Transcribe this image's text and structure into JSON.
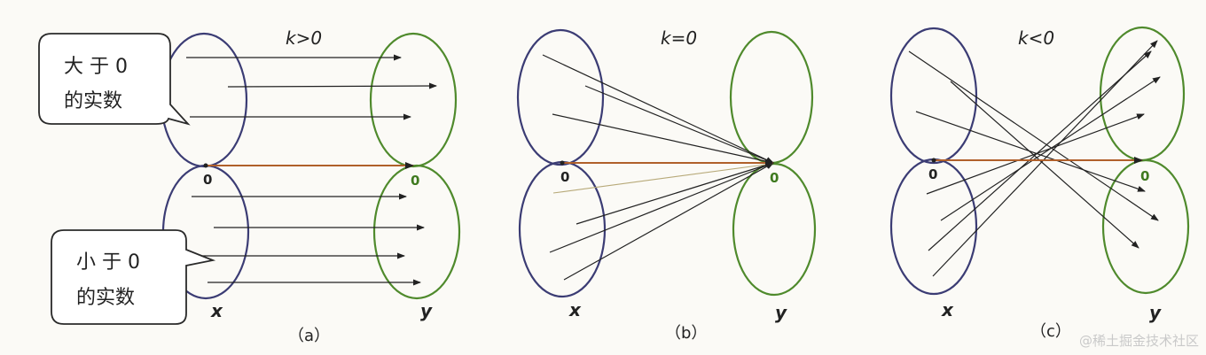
{
  "colors": {
    "x_ellipse": "#3b3c74",
    "y_ellipse": "#4f8a2c",
    "arrow": "#222222",
    "zero_arrow": "#b0602a",
    "faint_arrow": "#b7a978",
    "zero_y_label": "#3f7a1f",
    "callout_border": "#2a2a2a",
    "watermark": "#c9c9c9"
  },
  "panels": [
    {
      "id": "a",
      "k_label": "k>0",
      "caption": "（a）",
      "x_label": "x",
      "y_label": "y",
      "zero_x": "0",
      "zero_y": "0"
    },
    {
      "id": "b",
      "k_label": "k=0",
      "caption": "（b）",
      "x_label": "x",
      "y_label": "y",
      "zero_x": "0",
      "zero_y": "0"
    },
    {
      "id": "c",
      "k_label": "k<0",
      "caption": "（c）",
      "x_label": "x",
      "y_label": "y",
      "zero_x": "0",
      "zero_y": "0"
    }
  ],
  "callouts": [
    {
      "line1": "大 于  0",
      "line2": "的实数"
    },
    {
      "line1": "小 于  0",
      "line2": "的实数"
    }
  ],
  "watermark": "@稀土掘金技术社区"
}
